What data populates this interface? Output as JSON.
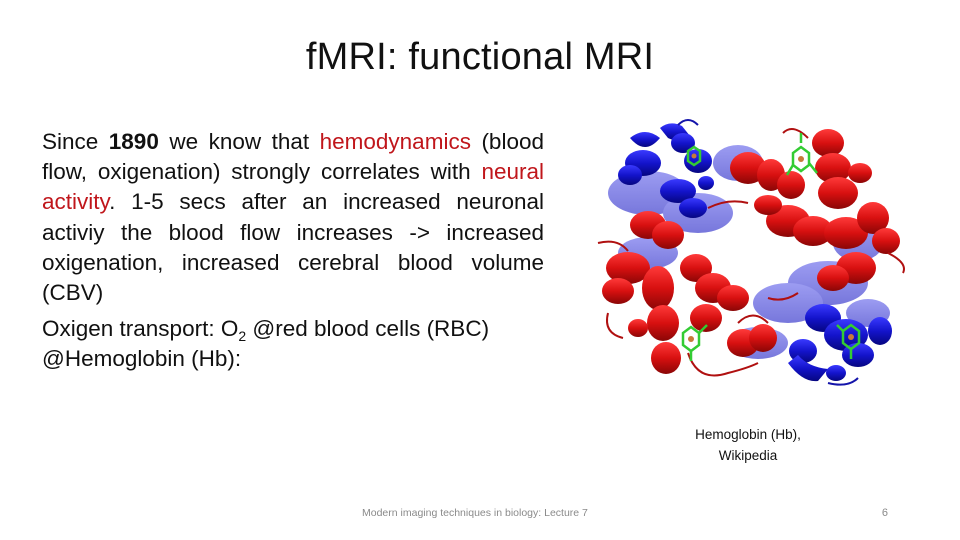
{
  "slide": {
    "title": "fMRI: functional MRI",
    "body": {
      "paragraph1": {
        "t1": "Since ",
        "year": "1890",
        "t2": " we know that ",
        "hemodynamics": "hemodynamics",
        "t3": " (blood flow, oxigenation) strongly correlates with ",
        "neural_activity": "neural activity",
        "t4": ". 1-5 secs after an increased neuronal activiy the blood flow increases -> increased oxigenation, increased cerebral blood volume (CBV)"
      },
      "paragraph2": {
        "t1": "Oxigen transport: O",
        "subscript": "2",
        "t2": " @red blood cells (RBC) @Hemoglobin (Hb):"
      }
    },
    "figure": {
      "description": "Hemoglobin ribbon structure",
      "colors": {
        "alpha_chains": "#cc1111",
        "beta_chains": "#1a1acc",
        "heme": "#33cc33"
      }
    },
    "caption": {
      "line1": "Hemoglobin (Hb),",
      "line2": "Wikipedia"
    },
    "footer": "Modern imaging techniques in biology: Lecture 7",
    "page_number": "6",
    "colors": {
      "highlight_red": "#c0161b",
      "footer_gray": "#8a8a8a"
    }
  }
}
